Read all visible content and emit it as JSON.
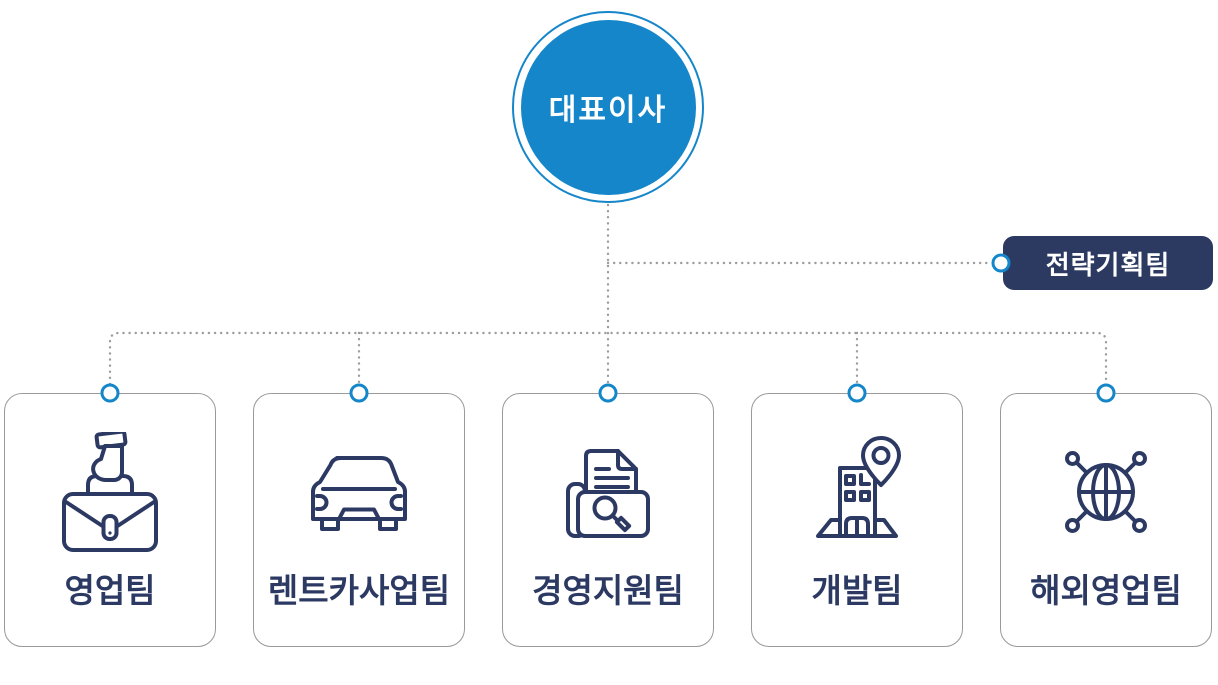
{
  "org_chart": {
    "root": {
      "label": "대표이사"
    },
    "staff_unit": {
      "label": "전략기획팀"
    },
    "departments": [
      {
        "label": "영업팀",
        "icon": "briefcase-hand-icon"
      },
      {
        "label": "렌트카사업팀",
        "icon": "car-icon"
      },
      {
        "label": "경영지원팀",
        "icon": "document-search-icon"
      },
      {
        "label": "개발팀",
        "icon": "building-location-icon"
      },
      {
        "label": "해외영업팀",
        "icon": "globe-network-icon"
      }
    ],
    "colors": {
      "primary_blue": "#1586c9",
      "badge_navy": "#2c3a62",
      "icon_navy": "#2c3a63",
      "connector_gray": "#9d9d9d",
      "card_border_gray": "#9a9a9a",
      "background": "#ffffff"
    }
  }
}
